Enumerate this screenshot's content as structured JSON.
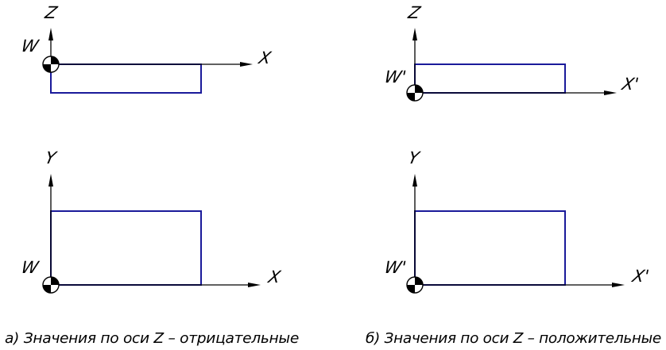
{
  "panel_a": {
    "top_view": {
      "vertical_axis_label": "Z",
      "horizontal_axis_label": "X",
      "origin_label": "W"
    },
    "bottom_view": {
      "vertical_axis_label": "Y",
      "horizontal_axis_label": "X",
      "origin_label": "W"
    },
    "caption": "а) Значения по оси Z – отрицательные"
  },
  "panel_b": {
    "top_view": {
      "vertical_axis_label": "Z",
      "horizontal_axis_label": "X'",
      "origin_label": "W'"
    },
    "bottom_view": {
      "vertical_axis_label": "Y",
      "horizontal_axis_label": "X'",
      "origin_label": "W'"
    },
    "caption": "б) Значения по оси Z – положительные"
  },
  "colors": {
    "part_outline": "#1a1a9a",
    "axis": "#000000"
  },
  "icons": {
    "origin_marker": "workpiece-zero-marker-icon"
  }
}
